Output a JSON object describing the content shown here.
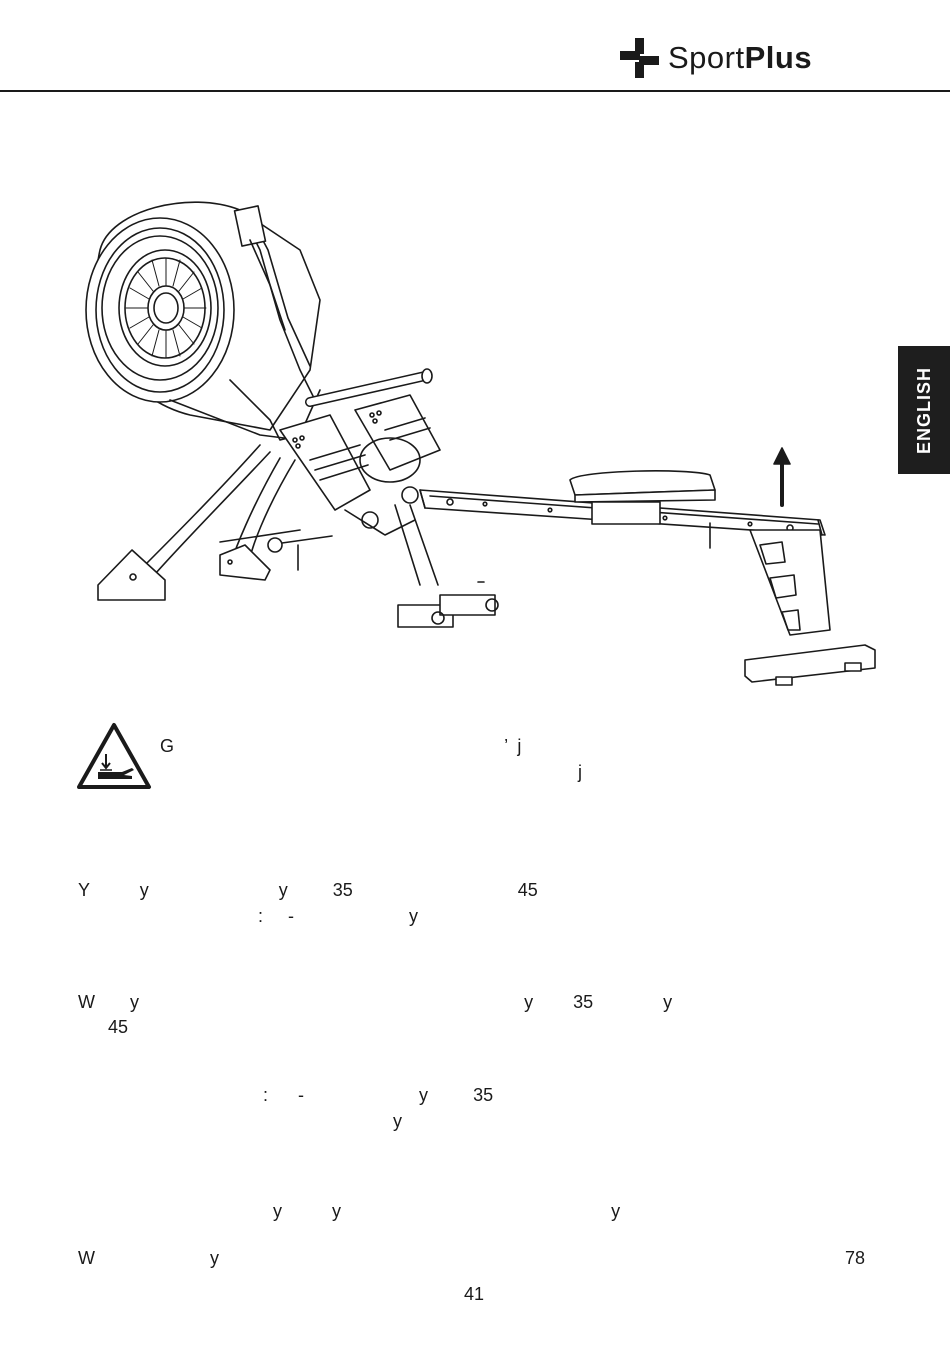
{
  "header": {
    "brand_light": "Sport",
    "brand_bold": "Plus"
  },
  "icons": {
    "logo": "sportplus-cross-logo",
    "warning": "hand-crush-warning-triangle",
    "arrow": "arrow-up-icon"
  },
  "side_tab": {
    "label": "ENGLISH"
  },
  "colors": {
    "ink": "#1a1a1a",
    "tab_bg": "#1e1e1e"
  },
  "warning_text": {
    "line1": "G                                                                  ’  j",
    "line2": "j"
  },
  "paragraphs": [
    {
      "line1": "Y          y                          y         35                                 45",
      "line2": "                                    :     -                       y"
    },
    {
      "line1": "W       y                                                                             y        35              y",
      "line2": "      45"
    },
    {
      "line1": "                                     :      -                       y         35",
      "line2": "                                                               y"
    },
    {
      "line1": "                                       y          y                                                      y"
    },
    {
      "line1": "W                       y",
      "line2": "78"
    }
  ],
  "page_number": "41"
}
